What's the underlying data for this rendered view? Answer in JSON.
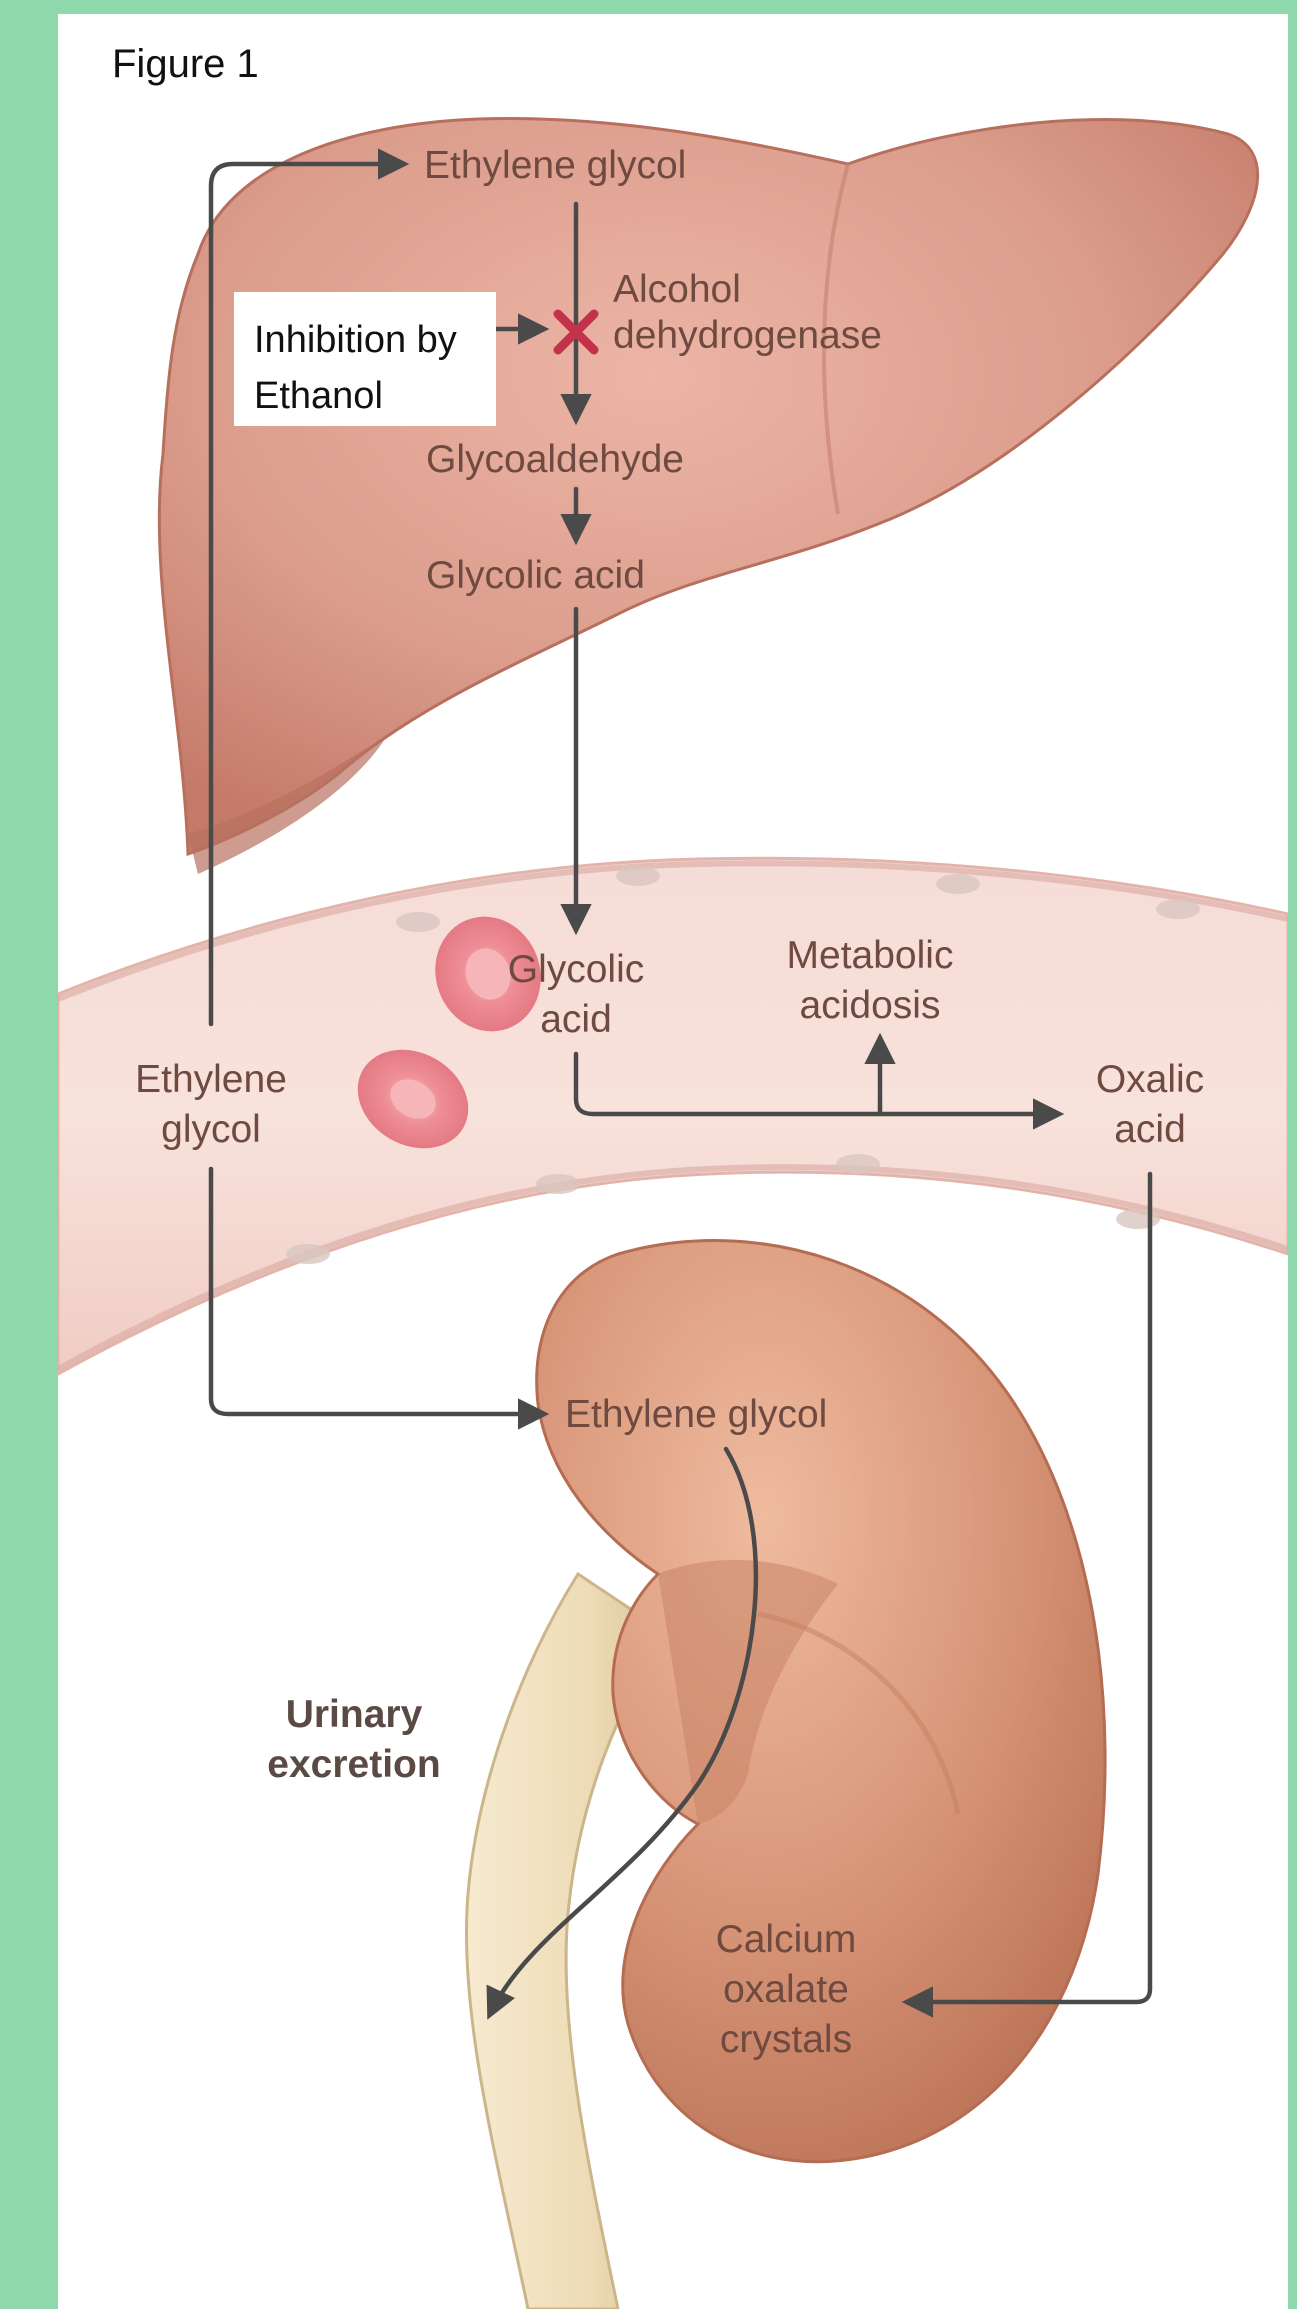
{
  "figure_title": "Figure 1",
  "inhibition_box": {
    "line1": "Inhibition by",
    "line2": "Ethanol"
  },
  "liver": {
    "ethylene_glycol": "Ethylene glycol",
    "enzyme_line1": "Alcohol",
    "enzyme_line2": "dehydrogenase",
    "glycoaldehyde": "Glycoaldehyde",
    "glycolic_acid": "Glycolic acid"
  },
  "blood": {
    "glycolic_line1": "Glycolic",
    "glycolic_line2": "acid",
    "metabolic_line1": "Metabolic",
    "metabolic_line2": "acidosis",
    "oxalic_line1": "Oxalic",
    "oxalic_line2": "acid",
    "eg_line1": "Ethylene",
    "eg_line2": "glycol"
  },
  "kidney": {
    "ethylene_glycol": "Ethylene glycol",
    "urinary_line1": "Urinary",
    "urinary_line2": "excretion",
    "calcium_line1": "Calcium",
    "calcium_line2": "oxalate",
    "calcium_line3": "crystals"
  },
  "colors": {
    "page_border": "#8fd8ac",
    "liver": "#d99a8a",
    "vessel": "#f3d3cc",
    "kidney": "#d48f72",
    "arrow": "#4a4a4a",
    "label": "#6e4a40"
  }
}
